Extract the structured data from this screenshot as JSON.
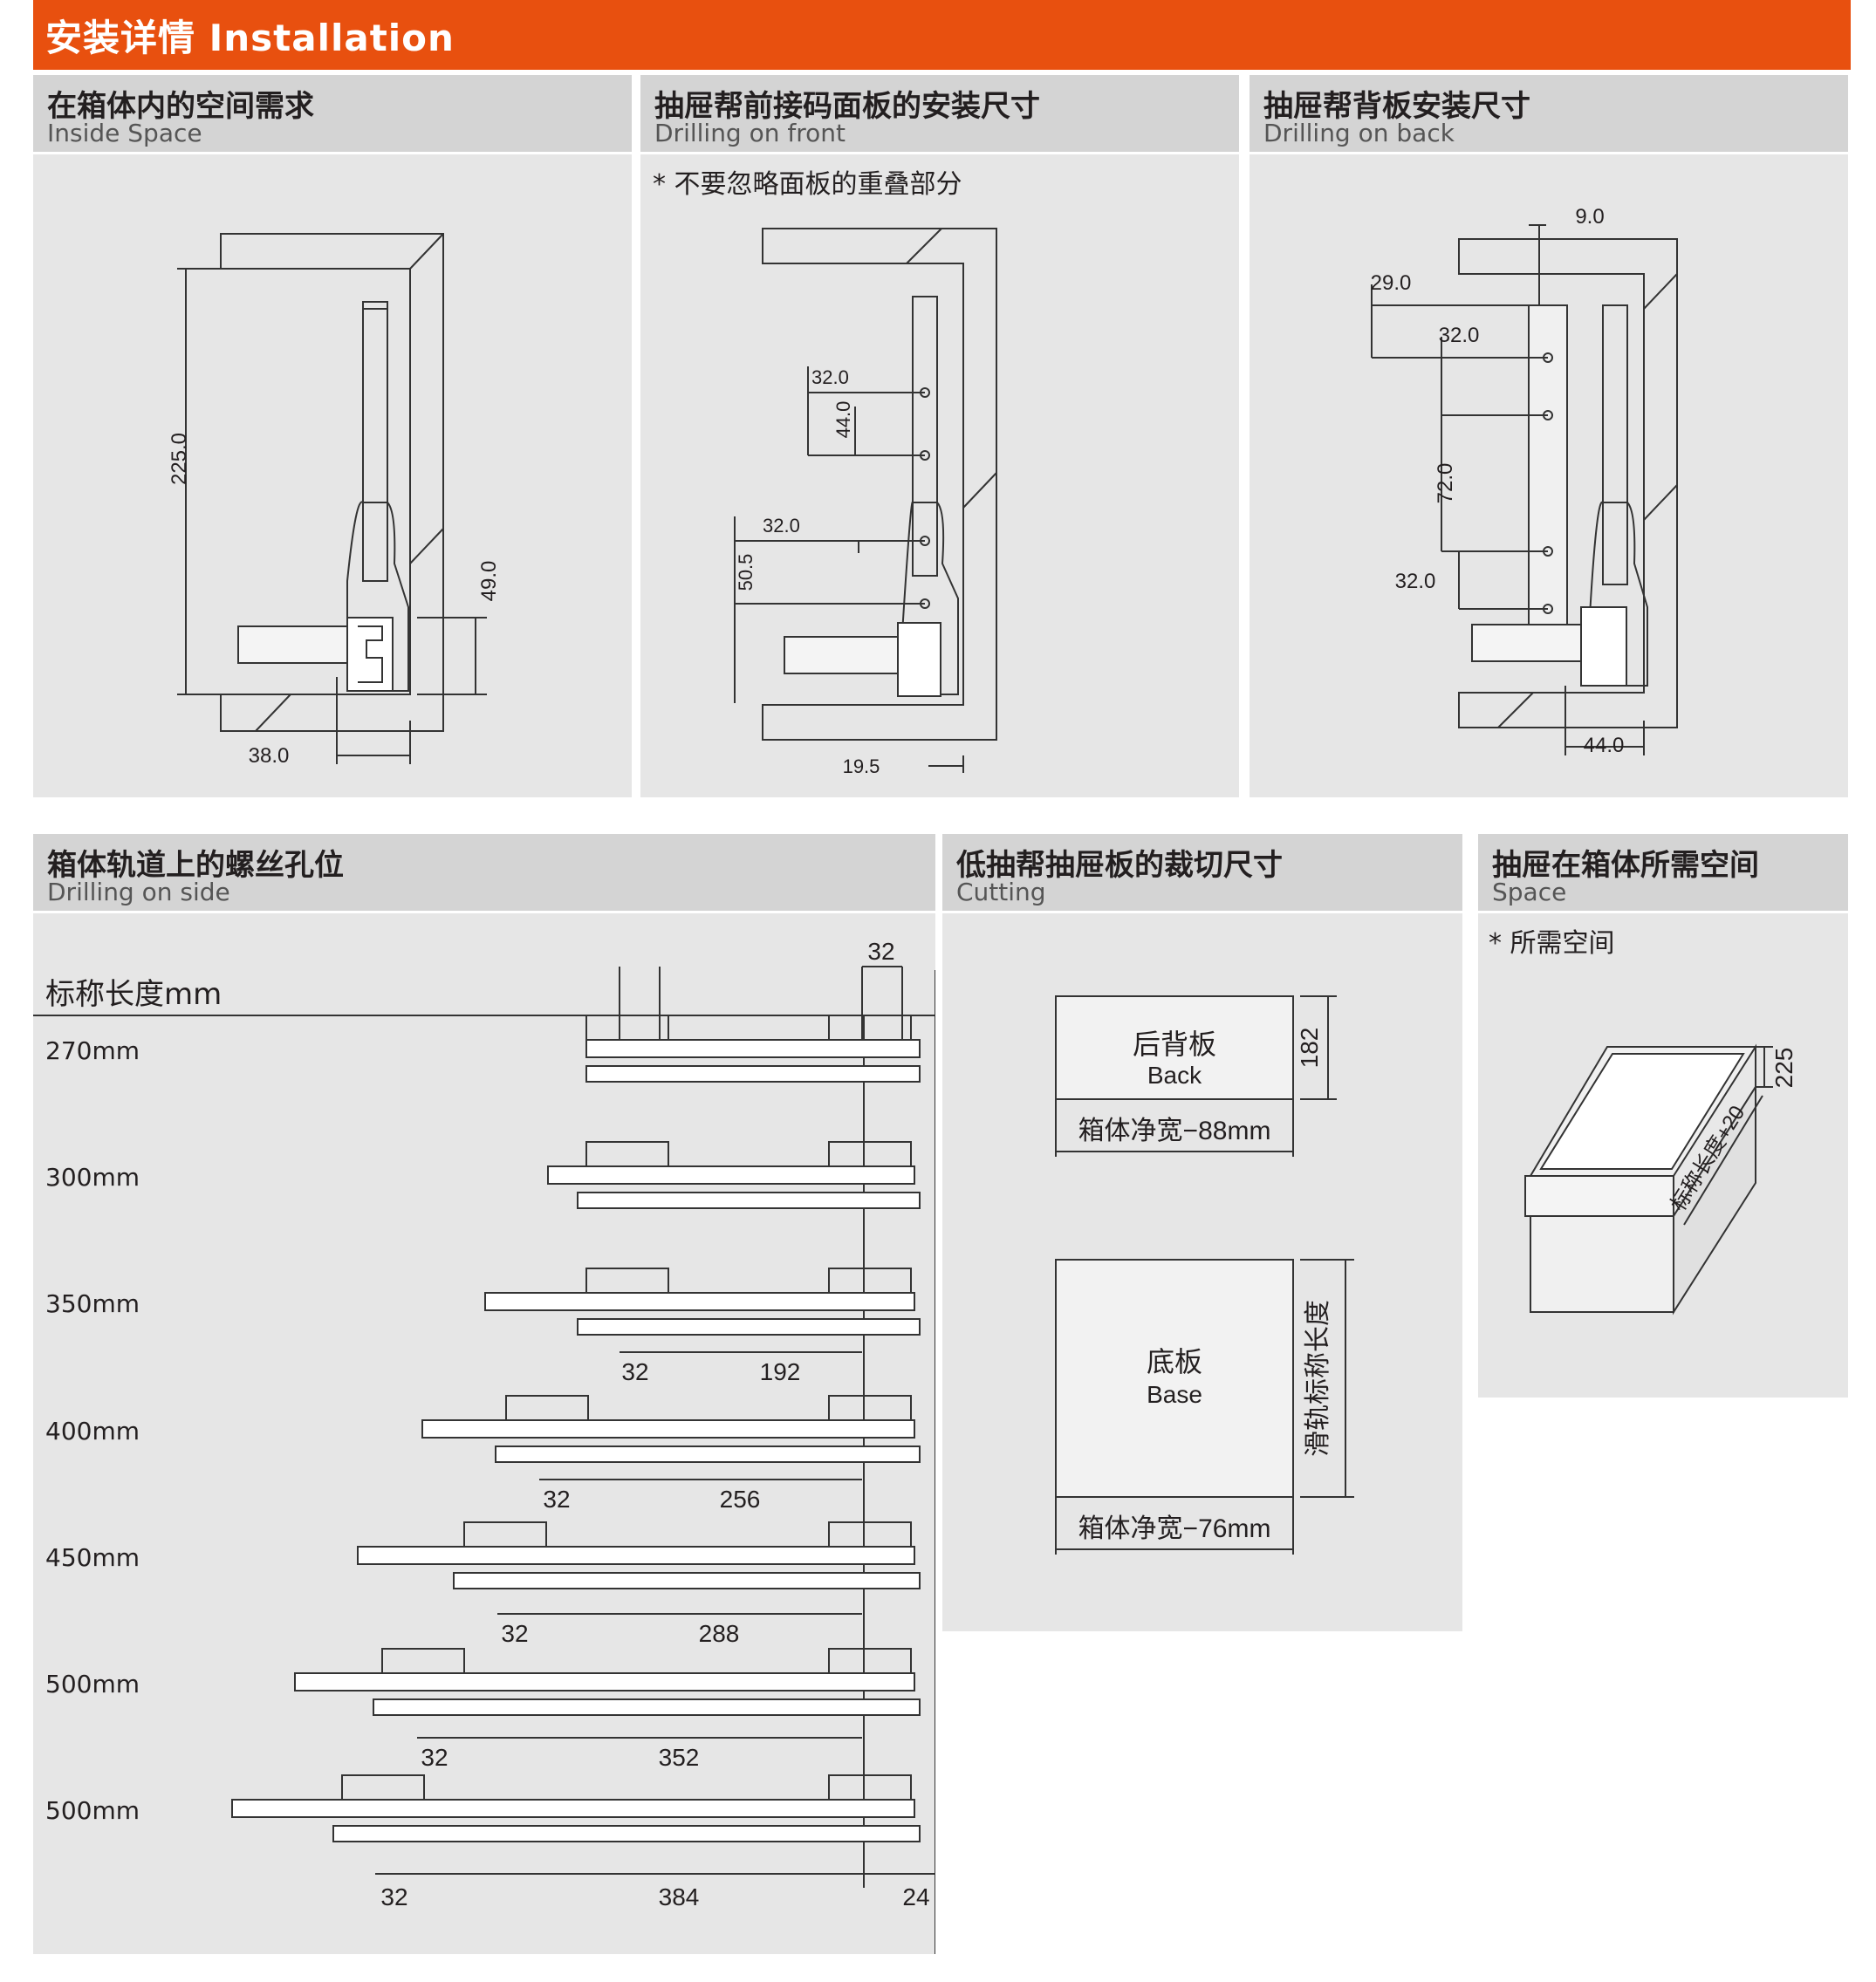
{
  "banner": {
    "title": "安装详情  Installation"
  },
  "p1": {
    "cn": "在箱体内的空间需求",
    "en": "Inside Space",
    "d1": "225.0",
    "d2": "49.0",
    "d3": "38.0"
  },
  "p2": {
    "cn": "抽屉帮前接码面板的安装尺寸",
    "en": "Drilling on front",
    "note": "* 不要忽略面板的重叠部分",
    "d1": "32.0",
    "d2": "44.0",
    "d3": "32.0",
    "d4": "50.5",
    "d5": "19.5"
  },
  "p3": {
    "cn": "抽屉帮背板安装尺寸",
    "en": "Drilling on back",
    "d1": "9.0",
    "d2": "29.0",
    "d3": "32.0",
    "d4": "72.0",
    "d5": "32.0",
    "d6": "44.0"
  },
  "p4": {
    "cn": "箱体轨道上的螺丝孔位",
    "en": "Drilling on side",
    "header": "标称长度mm",
    "top_dim": "32",
    "rows": [
      {
        "label": "270mm"
      },
      {
        "label": "300mm"
      },
      {
        "label": "350mm",
        "a": "32",
        "b": "192"
      },
      {
        "label": "400mm",
        "a": "32",
        "b": "256"
      },
      {
        "label": "450mm",
        "a": "32",
        "b": "288"
      },
      {
        "label": "500mm",
        "a": "32",
        "b": "352"
      },
      {
        "label": "500mm",
        "a": "32",
        "b": "384",
        "c": "24"
      }
    ]
  },
  "p5": {
    "cn": "低抽帮抽屉板的裁切尺寸",
    "en": "Cutting",
    "back_cn": "后背板",
    "back_en": "Back",
    "back_h": "182",
    "back_w": "箱体净宽−88mm",
    "base_cn": "底板",
    "base_en": "Base",
    "base_h": "滑轨标称长度",
    "base_w": "箱体净宽−76mm"
  },
  "p6": {
    "cn": "抽屉在箱体所需空间",
    "en": "Space",
    "note": "* 所需空间",
    "h": "225",
    "len": "标称长度+20"
  }
}
